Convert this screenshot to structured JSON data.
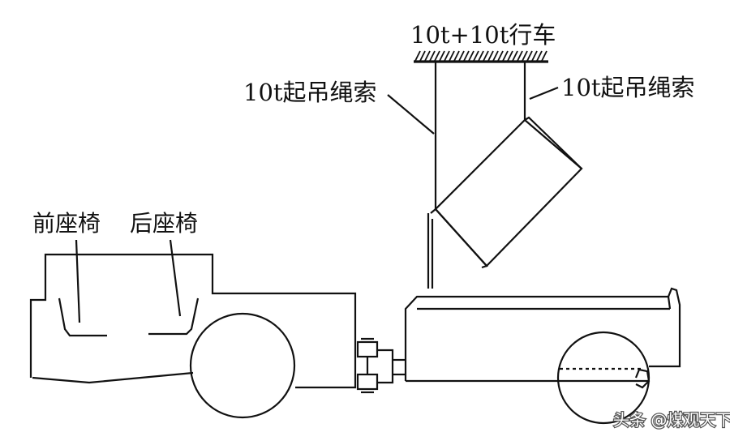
{
  "labels": {
    "crane": "10t+10t行车",
    "sling_left": "10t起吊绳索",
    "sling_right": "10t起吊绳索",
    "front_seat": "前座椅",
    "rear_seat": "后座椅"
  },
  "watermark": "头条 @煤观天下"
}
